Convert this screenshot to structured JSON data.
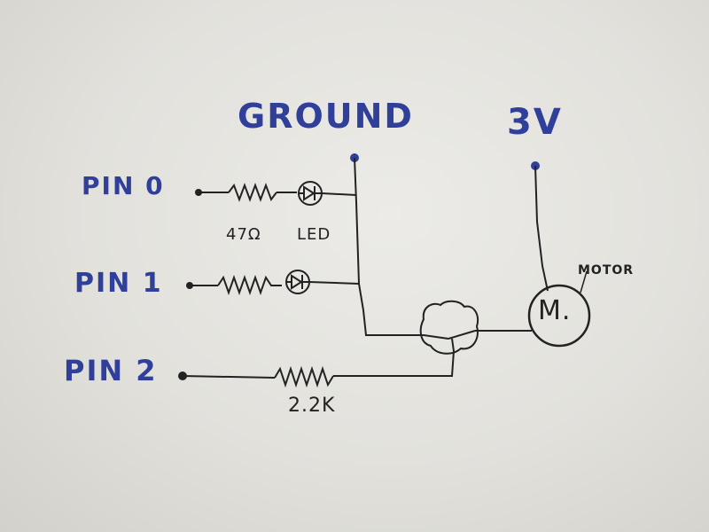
{
  "labels": {
    "ground": "GROUND",
    "supply": "3V",
    "pin0": "PIN 0",
    "pin1": "PIN 1",
    "pin2": "PIN 2",
    "resistor0": "47Ω",
    "led": "LED",
    "resistor2": "2.2K",
    "motor": "MOTOR",
    "motor_symbol": "M."
  },
  "colors": {
    "ink_blue": "#2f3f9a",
    "ink_black": "#222222",
    "paper": "#e6e5e0"
  }
}
